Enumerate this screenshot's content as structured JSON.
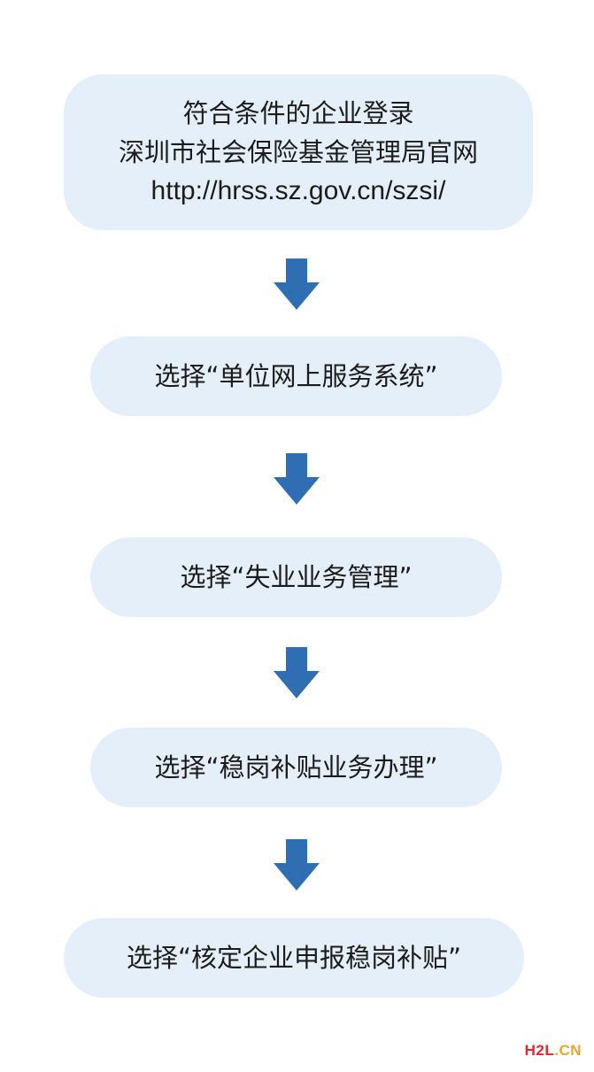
{
  "steps": [
    {
      "lines": [
        "符合条件的企业登录",
        "深圳市社会保险基金管理局官网",
        "http://hrss.sz.gov.cn/szsi/"
      ]
    },
    {
      "lines": [
        "选择“单位网上服务系统”"
      ]
    },
    {
      "lines": [
        "选择“失业业务管理”"
      ]
    },
    {
      "lines": [
        "选择“稳岗补贴业务办理”"
      ]
    },
    {
      "lines": [
        "选择“核定企业申报稳岗补贴”"
      ]
    }
  ],
  "arrow_icon": "arrow-down-icon",
  "colors": {
    "box_fill": "#e4eff9",
    "arrow": "#2f6eb3",
    "text": "#1c1c1c"
  },
  "watermark": {
    "main": "H2L",
    "suffix": ".CN"
  }
}
